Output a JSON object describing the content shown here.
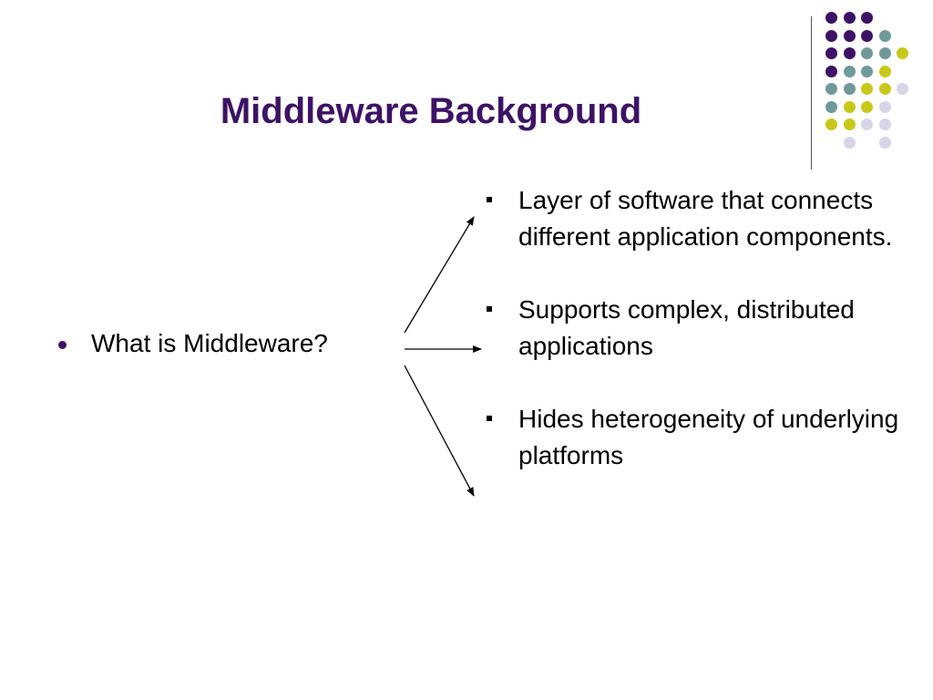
{
  "slide": {
    "title": "Middleware Background",
    "main_bullet": "What is Middleware?",
    "sub_bullets": [
      "Layer of software that connects different application components.",
      "Supports complex, distributed applications",
      "Hides heterogeneity of underlying platforms"
    ]
  },
  "theme": {
    "title_color": "#3d1266",
    "dot_colors": {
      "purple": "#3d1266",
      "teal": "#6e9a9a",
      "lime": "#c8c81a",
      "lavender": "#d6d6e8"
    }
  }
}
